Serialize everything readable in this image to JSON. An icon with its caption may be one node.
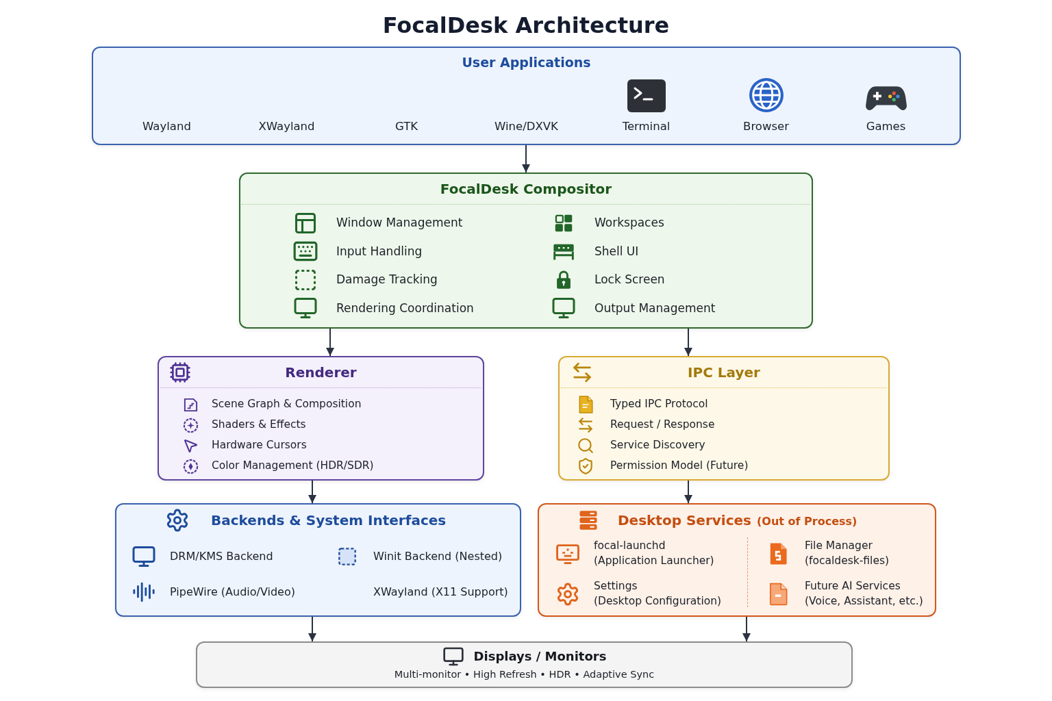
{
  "diagram": {
    "title": "FocalDesk Architecture",
    "nodes": [
      {
        "text": [
          "User Applications",
          "Wayland",
          "XWayland",
          "GTK",
          "Wine/DXVK",
          "Terminal",
          "Browser",
          "Games"
        ]
      },
      {
        "text": [
          "FocalDesk Compositor",
          "Window Management",
          "Workspaces",
          "Input Handling",
          "Shell UI",
          "Damage Tracking",
          "Lock Screen",
          "Rendering Coordination",
          "Output Management"
        ]
      },
      {
        "text": [
          "Renderer",
          "Scene Graph & Composition",
          "Shaders & Effects",
          "Hardware Cursors",
          "Color Management (HDR/SDR)"
        ]
      },
      {
        "text": [
          "IPC Layer",
          "Typed IPC Protocol",
          "Request / Response",
          "Service Discovery",
          "Permission Model (Future)"
        ]
      },
      {
        "text": [
          "Backends & System Interfaces",
          "DRM/KMS Backend",
          "Winit Backend (Nested)",
          "PipeWire (Audio/Video)",
          "XWayland (X11 Support)"
        ]
      },
      {
        "text": [
          "Desktop Services",
          "(Out of Process)",
          "focal-launchd",
          "(Application Launcher)",
          "File Manager",
          "(focaldesk-files)",
          "Settings",
          "(Desktop Configuration)",
          "Future AI Services",
          "(Voice, Assistant, etc.)"
        ]
      },
      {
        "text": [
          "Displays / Monitors",
          "Multi-monitor • High Refresh • HDR • Adaptive Sync"
        ]
      }
    ],
    "edges": [
      {
        "from": 0,
        "to": 1,
        "arrow": "to"
      },
      {
        "from": 1,
        "to": 2,
        "arrow": "to"
      },
      {
        "from": 1,
        "to": 3,
        "arrow": "to"
      },
      {
        "from": 2,
        "to": 4,
        "arrow": "to"
      },
      {
        "from": 3,
        "to": 5,
        "arrow": "to"
      },
      {
        "from": 4,
        "to": 6,
        "arrow": "to"
      },
      {
        "from": 5,
        "to": 6,
        "arrow": "to"
      }
    ]
  }
}
